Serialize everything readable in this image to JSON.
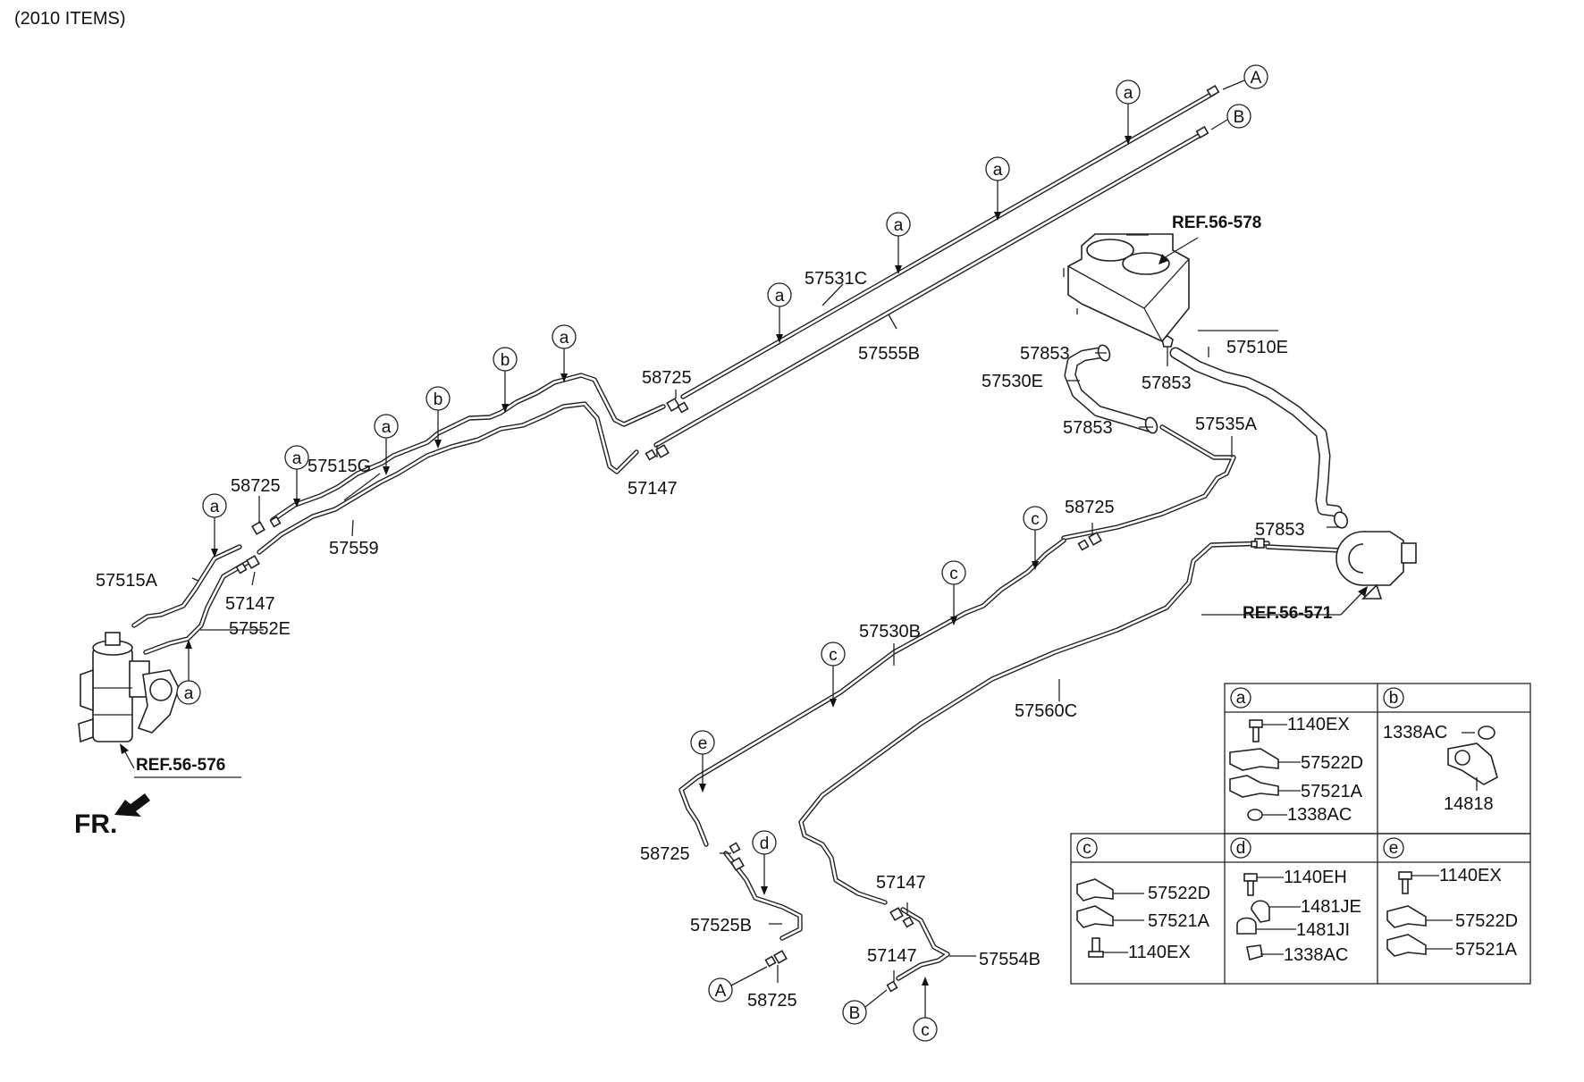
{
  "header_note": "(2010 ITEMS)",
  "front_label": "FR.",
  "references": [
    "REF.56-578",
    "REF.56-571",
    "REF.56-576"
  ],
  "part_labels": {
    "p57531C": "57531C",
    "p57555B": "57555B",
    "p58725_mid": "58725",
    "p57147_mid": "57147",
    "p57515G": "57515G",
    "p58725_left": "58725",
    "p57559": "57559",
    "p57515A": "57515A",
    "p57147_left": "57147",
    "p57552E": "57552E",
    "p57853_a": "57853",
    "p57530E": "57530E",
    "p57853_b": "57853",
    "p57510E": "57510E",
    "p57853_c": "57853",
    "p57535A": "57535A",
    "p58725_right": "58725",
    "p57853_d": "57853",
    "p57530B": "57530B",
    "p57560C": "57560C",
    "p58725_low": "58725",
    "p57525B": "57525B",
    "p58725_bot": "58725",
    "p57147_low": "57147",
    "p57147_bot": "57147",
    "p57554B": "57554B"
  },
  "callout_letters": {
    "a": "a",
    "b": "b",
    "c": "c",
    "d": "d",
    "e": "e",
    "A": "A",
    "B": "B"
  },
  "clip_table": {
    "a": [
      "1140EX",
      "57522D",
      "57521A",
      "1338AC"
    ],
    "b": [
      "1338AC",
      "14818"
    ],
    "c": [
      "57522D",
      "57521A",
      "1140EX"
    ],
    "d": [
      "1140EH",
      "1481JE",
      "1481JI",
      "1338AC"
    ],
    "e": [
      "1140EX",
      "57522D",
      "57521A"
    ]
  }
}
